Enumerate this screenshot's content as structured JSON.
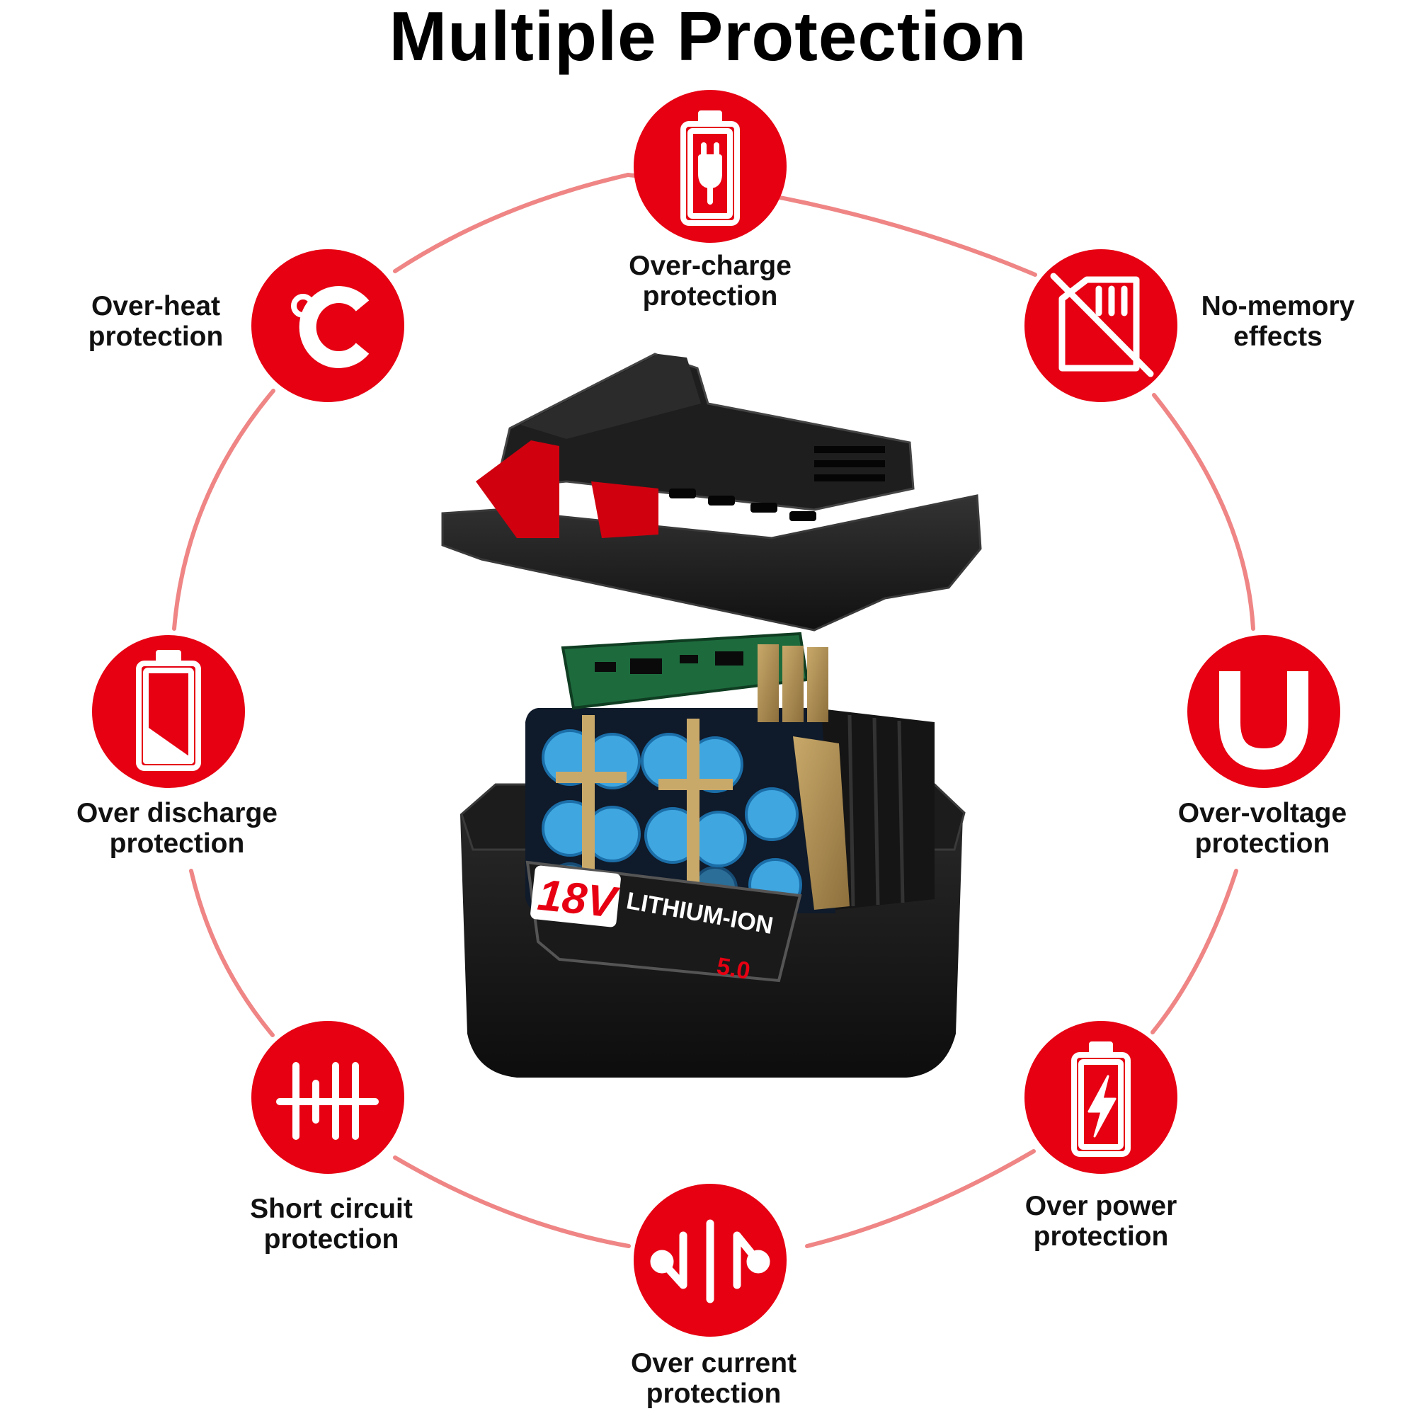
{
  "title": "Multiple Protection",
  "accent_color": "#e60012",
  "ring_color": "#ef8585",
  "battery_label": {
    "voltage": "18V",
    "chemistry": "LITHIUM-ION",
    "capacity": "5.0"
  },
  "features": [
    {
      "icon": "battery-plug-icon",
      "line1": "Over-charge",
      "line2": "protection"
    },
    {
      "icon": "no-memory-card-icon",
      "line1": "No-memory",
      "line2": "effects"
    },
    {
      "icon": "voltage-u-icon",
      "line1": "Over-voltage",
      "line2": "protection"
    },
    {
      "icon": "battery-lightning-icon",
      "line1": "Over power",
      "line2": "protection"
    },
    {
      "icon": "current-wave-icon",
      "line1": "Over current",
      "line2": "protection"
    },
    {
      "icon": "short-circuit-icon",
      "line1": "Short circuit",
      "line2": "protection"
    },
    {
      "icon": "low-battery-icon",
      "line1": "Over discharge",
      "line2": "protection"
    },
    {
      "icon": "celsius-icon",
      "line1": "Over-heat",
      "line2": "protection"
    }
  ]
}
